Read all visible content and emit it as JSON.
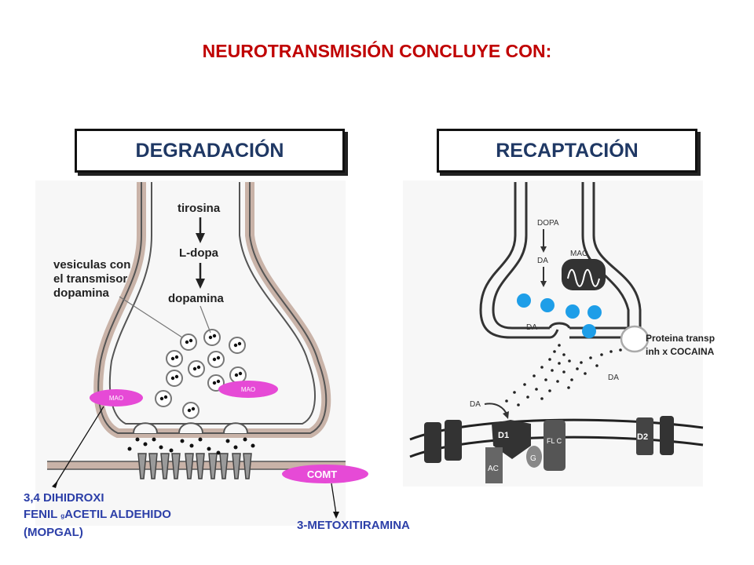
{
  "title": "NEUROTRANSMISIÓN CONCLUYE CON:",
  "boxes": {
    "left": "DEGRADACIÓN",
    "right": "RECAPTACIÓN"
  },
  "left_diagram": {
    "tirosina": "tirosina",
    "ldopa": "L-dopa",
    "dopamina": "dopamina",
    "vesicles_label_1": "vesiculas con",
    "vesicles_label_2": "el transmisor",
    "vesicles_label_3": "dopamina",
    "mao_left": "MAO",
    "mao_right": "MAO",
    "comt": "COMT"
  },
  "right_diagram": {
    "dopa": "DOPA",
    "da_arrow": "DA",
    "mao": "MAO",
    "da_inside": "DA",
    "da_cleft": "DA",
    "da_receptor": "DA",
    "d1": "D1",
    "d2": "D2",
    "ac": "AC",
    "g": "G",
    "flc": "FL C"
  },
  "labels": {
    "mopgal_1": "3,4 DIHIDROXI",
    "mopgal_2a": "FENIL ",
    "mopgal_2sub": "g",
    "mopgal_2b": "ACETIL ALDEHIDO",
    "mopgal_3": "(MOPGAL)",
    "metoxi": "3-METOXITIRAMINA",
    "prot_1": "Proteina transp",
    "prot_2": "inh x COCAINA"
  },
  "colors": {
    "title": "#c00000",
    "box_text": "#1f3864",
    "label_blue": "#2c3fa8",
    "mao_fill": "#e64ad6",
    "da_dot": "#1e9ee8",
    "neuron_outline": "#444444"
  }
}
